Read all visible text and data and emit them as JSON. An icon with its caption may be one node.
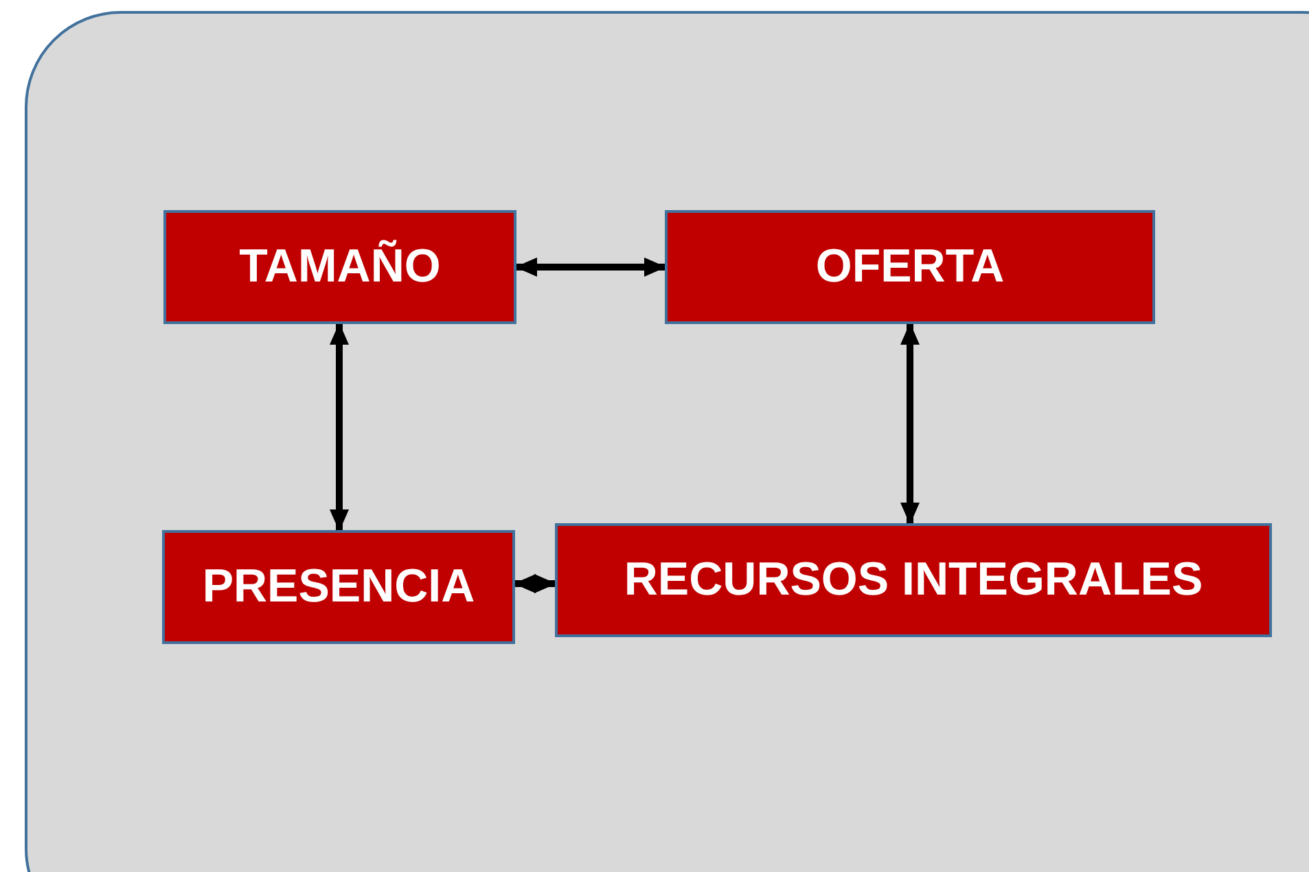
{
  "diagram": {
    "nodes": [
      {
        "text": [
          "TAMAÑO"
        ]
      },
      {
        "text": [
          "OFERTA"
        ]
      },
      {
        "text": [
          "PRESENCIA"
        ]
      },
      {
        "text": [
          "RECURSOS INTEGRALES"
        ]
      }
    ],
    "edges": [
      {
        "from": 0,
        "to": 1,
        "arrow": "both"
      },
      {
        "from": 0,
        "to": 2,
        "arrow": "both"
      },
      {
        "from": 1,
        "to": 3,
        "arrow": "both"
      },
      {
        "from": 3,
        "to": 2,
        "arrow": "both"
      }
    ]
  }
}
